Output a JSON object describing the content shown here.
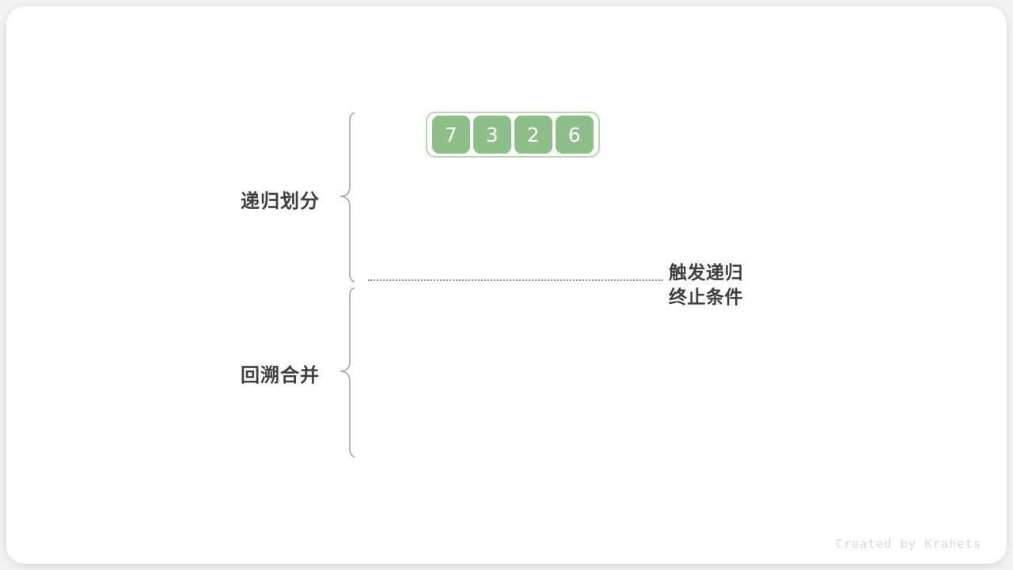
{
  "figure": {
    "title": "merge-sort-recursion-diagram",
    "background_color": "#f2f2f2",
    "card_color": "#ffffff"
  },
  "array": {
    "name": "input-array",
    "cell_color": "#8ebf89",
    "outline_color": "#b8d8b2",
    "text_color": "#ffffff",
    "values": [
      "7",
      "3",
      "2",
      "6"
    ]
  },
  "phases": [
    {
      "label": "递归划分"
    },
    {
      "label": "回溯合并"
    }
  ],
  "annotation": {
    "line1": "触发递归",
    "line2": "终止条件",
    "color": "#3f3f3f"
  },
  "separator": {
    "style": "dotted",
    "color": "#8c8c8c"
  },
  "credit": {
    "text": "Created by Krahets",
    "color": "#d9d9d9"
  }
}
